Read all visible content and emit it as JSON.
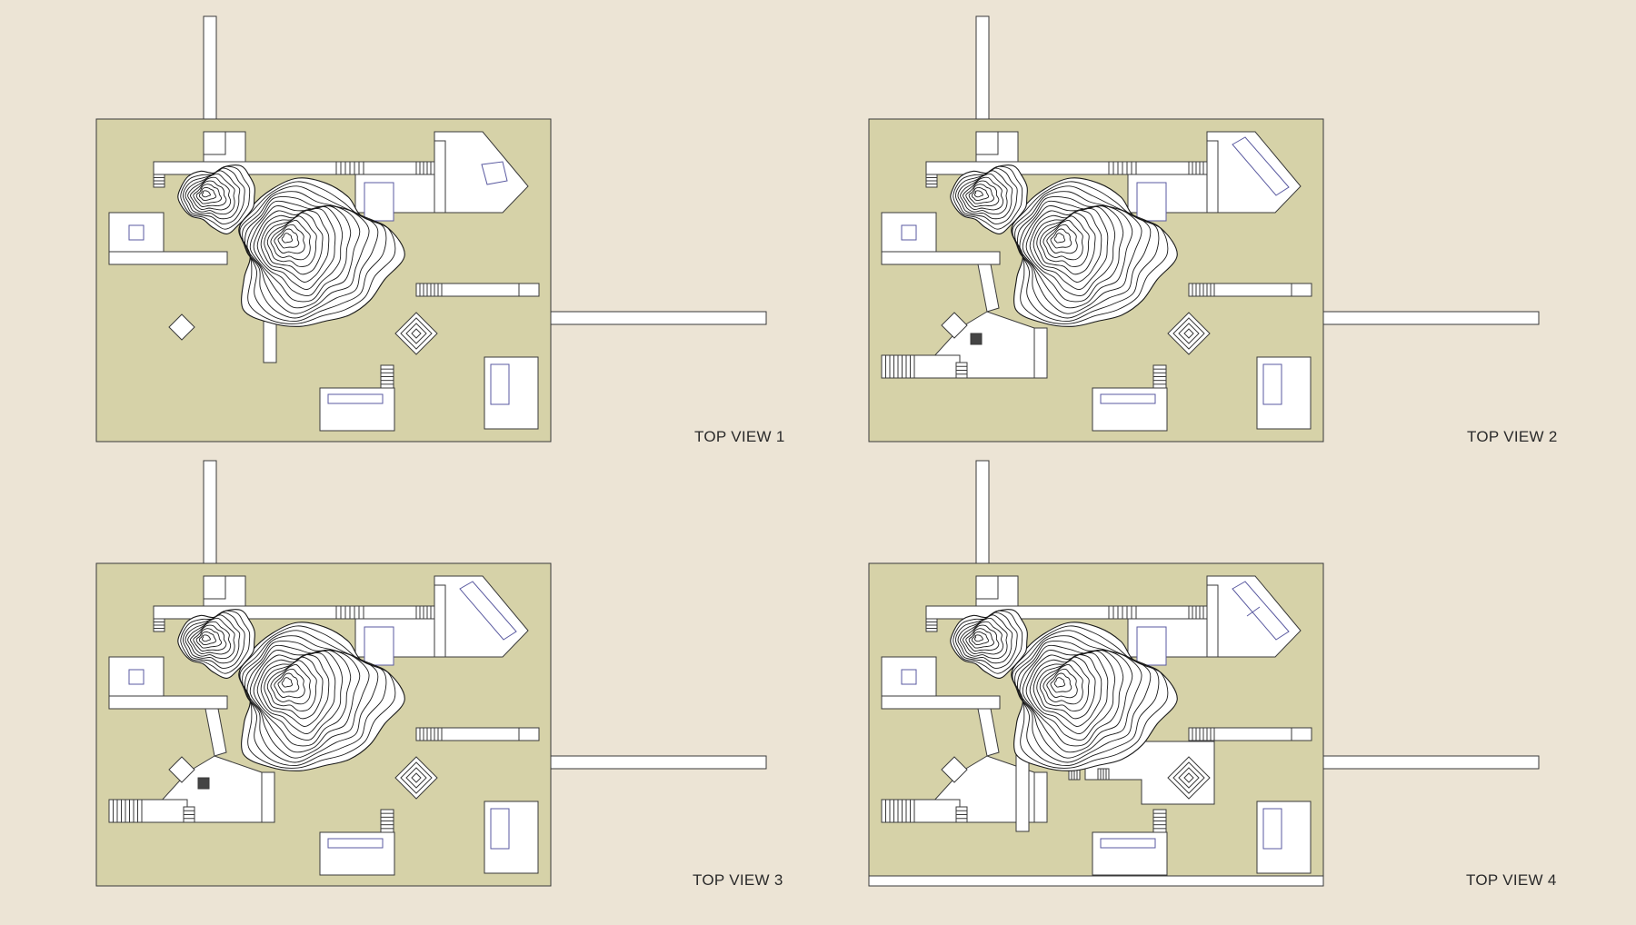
{
  "views": [
    {
      "label": "TOP VIEW 1",
      "variant": 1
    },
    {
      "label": "TOP VIEW 2",
      "variant": 2
    },
    {
      "label": "TOP VIEW 3",
      "variant": 3
    },
    {
      "label": "TOP VIEW 4",
      "variant": 4
    }
  ],
  "colors": {
    "background": "#ece4d5",
    "site": "#d6d2a8",
    "structure": "#ffffff",
    "line": "#3a3a3a",
    "accent_line": "#5a5aa0",
    "contour": "#1a1a1a"
  }
}
